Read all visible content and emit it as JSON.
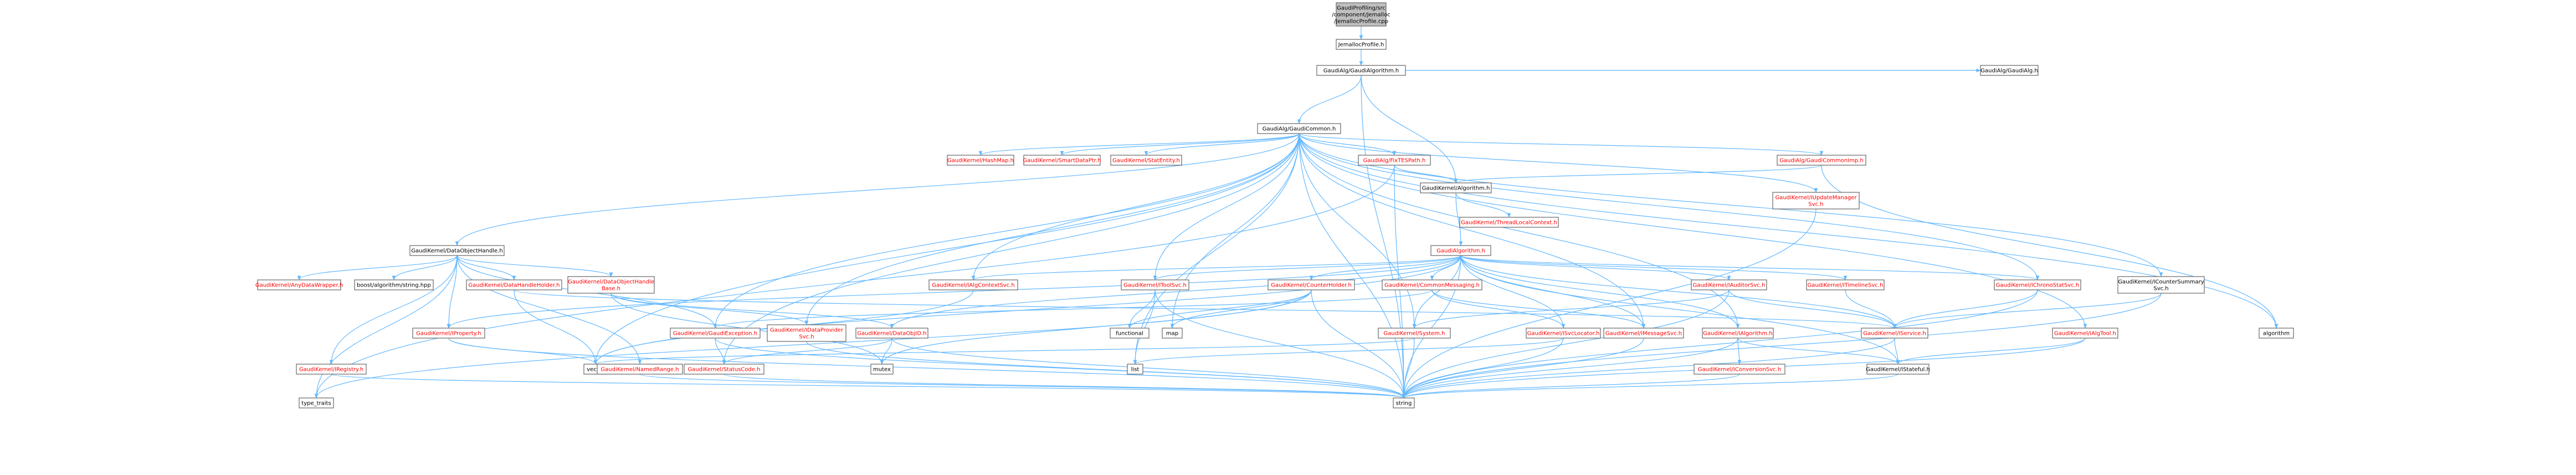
{
  "colors": {
    "edge": "#63b8ff",
    "node_fill": "#ffffff",
    "root_fill": "#bfbfbf",
    "node_border": "#666666",
    "text_default": "#000000",
    "text_red": "#ff0000"
  },
  "nodes": {
    "root": {
      "lines": [
        "GaudiProfiling/src",
        "/component/Jemalloc",
        "/JemallocProfile.cpp"
      ],
      "color": "black"
    },
    "jemalloc": {
      "lines": [
        "JemallocProfile.h"
      ],
      "color": "black"
    },
    "gaudialgorithm": {
      "lines": [
        "GaudiAlg/GaudiAlgorithm.h"
      ],
      "color": "black"
    },
    "gaudialg": {
      "lines": [
        "GaudiAlg/GaudiAlg.h"
      ],
      "color": "black"
    },
    "gaudicommon": {
      "lines": [
        "GaudiAlg/GaudiCommon.h"
      ],
      "color": "black"
    },
    "hashmap": {
      "lines": [
        "GaudiKernel/HashMap.h"
      ],
      "color": "red"
    },
    "smartdataptr": {
      "lines": [
        "GaudiKernel/SmartDataPtr.h"
      ],
      "color": "red"
    },
    "statentity": {
      "lines": [
        "GaudiKernel/StatEntity.h"
      ],
      "color": "red"
    },
    "fixtespath": {
      "lines": [
        "GaudiAlg/FixTESPath.h"
      ],
      "color": "red"
    },
    "gaudicommonimp": {
      "lines": [
        "GaudiAlg/GaudiCommonImp.h"
      ],
      "color": "red"
    },
    "iupdatemanager": {
      "lines": [
        "GaudiKernel/IUpdateManager",
        "Svc.h"
      ],
      "color": "red"
    },
    "gk_algorithm": {
      "lines": [
        "GaudiKernel/Algorithm.h"
      ],
      "color": "black"
    },
    "threadlocal": {
      "lines": [
        "GaudiKernel/ThreadLocalContext.h"
      ],
      "color": "red"
    },
    "dataobjhandle": {
      "lines": [
        "GaudiKernel/DataObjectHandle.h"
      ],
      "color": "black"
    },
    "algorithmh": {
      "lines": [
        "GaudiAlgorithm.h"
      ],
      "color": "red"
    },
    "anydatawrapper": {
      "lines": [
        "GaudiKernel/AnyDataWrapper.h"
      ],
      "color": "red"
    },
    "boost": {
      "lines": [
        "boost/algorithm/string.hpp"
      ],
      "color": "black"
    },
    "datahandleholder": {
      "lines": [
        "GaudiKernel/DataHandleHolder.h"
      ],
      "color": "red"
    },
    "dohbase": {
      "lines": [
        "GaudiKernel/DataObjectHandle",
        "Base.h"
      ],
      "color": "red"
    },
    "ialgcontext": {
      "lines": [
        "GaudiKernel/IAlgContextSvc.h"
      ],
      "color": "red"
    },
    "itoolsvc": {
      "lines": [
        "GaudiKernel/IToolSvc.h"
      ],
      "color": "red"
    },
    "counterholder": {
      "lines": [
        "GaudiKernel/CounterHolder.h"
      ],
      "color": "red"
    },
    "commonmessaging": {
      "lines": [
        "GaudiKernel/CommonMessaging.h"
      ],
      "color": "red"
    },
    "iauditorsvc": {
      "lines": [
        "GaudiKernel/IAuditorSvc.h"
      ],
      "color": "red"
    },
    "itimelinesvc": {
      "lines": [
        "GaudiKernel/ITimelineSvc.h"
      ],
      "color": "red"
    },
    "ichronostat": {
      "lines": [
        "GaudiKernel/IChronoStatSvc.h"
      ],
      "color": "red"
    },
    "icountersummary": {
      "lines": [
        "GaudiKernel/ICounterSummary",
        "Svc.h"
      ],
      "color": "black"
    },
    "iproperty": {
      "lines": [
        "GaudiKernel/IProperty.h"
      ],
      "color": "red"
    },
    "gaudiexception": {
      "lines": [
        "GaudiKernel/GaudiException.h"
      ],
      "color": "red"
    },
    "idataprovider": {
      "lines": [
        "GaudiKernel/IDataProvider",
        "Svc.h"
      ],
      "color": "red"
    },
    "dataobjid": {
      "lines": [
        "GaudiKernel/DataObjID.h"
      ],
      "color": "red"
    },
    "functional": {
      "lines": [
        "functional"
      ],
      "color": "black"
    },
    "map": {
      "lines": [
        "map"
      ],
      "color": "black"
    },
    "system": {
      "lines": [
        "GaudiKernel/System.h"
      ],
      "color": "red"
    },
    "isvclocator": {
      "lines": [
        "GaudiKernel/ISvcLocator.h"
      ],
      "color": "red"
    },
    "imessagesvc": {
      "lines": [
        "GaudiKernel/IMessageSvc.h"
      ],
      "color": "red"
    },
    "ialgorithm": {
      "lines": [
        "GaudiKernel/IAlgorithm.h"
      ],
      "color": "red"
    },
    "iservice": {
      "lines": [
        "GaudiKernel/IService.h"
      ],
      "color": "red"
    },
    "ialgtool": {
      "lines": [
        "GaudiKernel/IAlgTool.h"
      ],
      "color": "red"
    },
    "algorithm": {
      "lines": [
        "algorithm"
      ],
      "color": "black"
    },
    "iregistry": {
      "lines": [
        "GaudiKernel/IRegistry.h"
      ],
      "color": "red"
    },
    "vector": {
      "lines": [
        "vector"
      ],
      "color": "black"
    },
    "namedrange": {
      "lines": [
        "GaudiKernel/NamedRange.h"
      ],
      "color": "red"
    },
    "statuscode": {
      "lines": [
        "GaudiKernel/StatusCode.h"
      ],
      "color": "red"
    },
    "mutex": {
      "lines": [
        "mutex"
      ],
      "color": "black"
    },
    "list": {
      "lines": [
        "list"
      ],
      "color": "black"
    },
    "iconversionsvc": {
      "lines": [
        "GaudiKernel/IConversionSvc.h"
      ],
      "color": "red"
    },
    "istateful": {
      "lines": [
        "GaudiKernel/IStateful.h"
      ],
      "color": "black"
    },
    "type_traits": {
      "lines": [
        "type_traits"
      ],
      "color": "black"
    },
    "string": {
      "lines": [
        "string"
      ],
      "color": "black"
    }
  },
  "edges": [
    [
      "root",
      "jemalloc"
    ],
    [
      "jemalloc",
      "gaudialgorithm"
    ],
    [
      "gaudialgorithm",
      "gaudialg"
    ],
    [
      "gaudialgorithm",
      "gaudicommon"
    ],
    [
      "gaudialgorithm",
      "gk_algorithm"
    ],
    [
      "gaudialgorithm",
      "string"
    ],
    [
      "gaudicommon",
      "hashmap"
    ],
    [
      "gaudicommon",
      "smartdataptr"
    ],
    [
      "gaudicommon",
      "statentity"
    ],
    [
      "gaudicommon",
      "fixtespath"
    ],
    [
      "gaudicommon",
      "gaudicommonimp"
    ],
    [
      "gaudicommon",
      "iupdatemanager"
    ],
    [
      "gaudicommon",
      "dataobjhandle"
    ],
    [
      "gaudicommon",
      "ialgcontext"
    ],
    [
      "gaudicommon",
      "itoolsvc"
    ],
    [
      "gaudicommon",
      "ichronostat"
    ],
    [
      "gaudicommon",
      "icountersummary"
    ],
    [
      "gaudicommon",
      "ialgtool"
    ],
    [
      "gaudicommon",
      "gaudiexception"
    ],
    [
      "gaudicommon",
      "idataprovider"
    ],
    [
      "gaudicommon",
      "system"
    ],
    [
      "gaudicommon",
      "imessagesvc"
    ],
    [
      "gaudicommon",
      "ialgorithm"
    ],
    [
      "gaudicommon",
      "map"
    ],
    [
      "gaudicommon",
      "list"
    ],
    [
      "gaudicommon",
      "vector"
    ],
    [
      "gaudicommon",
      "statuscode"
    ],
    [
      "gaudicommon",
      "algorithm"
    ],
    [
      "gaudicommon",
      "string"
    ],
    [
      "fixtespath",
      "gk_algorithm"
    ],
    [
      "fixtespath",
      "string"
    ],
    [
      "fixtespath",
      "type_traits"
    ],
    [
      "gaudicommonimp",
      "gk_algorithm"
    ],
    [
      "gaudicommonimp",
      "algorithm"
    ],
    [
      "iupdatemanager",
      "string"
    ],
    [
      "gk_algorithm",
      "algorithmh"
    ],
    [
      "gk_algorithm",
      "threadlocal"
    ],
    [
      "dataobjhandle",
      "anydatawrapper"
    ],
    [
      "dataobjhandle",
      "boost"
    ],
    [
      "dataobjhandle",
      "datahandleholder"
    ],
    [
      "dataobjhandle",
      "dohbase"
    ],
    [
      "dataobjhandle",
      "iproperty"
    ],
    [
      "dataobjhandle",
      "iregistry"
    ],
    [
      "dataobjhandle",
      "namedrange"
    ],
    [
      "dataobjhandle",
      "gaudiexception"
    ],
    [
      "dataobjhandle",
      "type_traits"
    ],
    [
      "datahandleholder",
      "vector"
    ],
    [
      "datahandleholder",
      "iservice"
    ],
    [
      "dohbase",
      "idataprovider"
    ],
    [
      "dohbase",
      "dataobjid"
    ],
    [
      "dohbase",
      "mutex"
    ],
    [
      "algorithmh",
      "ialgcontext"
    ],
    [
      "algorithmh",
      "itoolsvc"
    ],
    [
      "algorithmh",
      "counterholder"
    ],
    [
      "algorithmh",
      "commonmessaging"
    ],
    [
      "algorithmh",
      "iauditorsvc"
    ],
    [
      "algorithmh",
      "itimelinesvc"
    ],
    [
      "algorithmh",
      "ichronostat"
    ],
    [
      "algorithmh",
      "iproperty"
    ],
    [
      "algorithmh",
      "system"
    ],
    [
      "algorithmh",
      "isvclocator"
    ],
    [
      "algorithmh",
      "imessagesvc"
    ],
    [
      "algorithmh",
      "ialgorithm"
    ],
    [
      "algorithmh",
      "iservice"
    ],
    [
      "algorithmh",
      "dataobjid"
    ],
    [
      "algorithmh",
      "vector"
    ],
    [
      "algorithmh",
      "istateful"
    ],
    [
      "algorithmh",
      "string"
    ],
    [
      "ialgcontext",
      "vector"
    ],
    [
      "itoolsvc",
      "functional"
    ],
    [
      "itoolsvc",
      "list"
    ],
    [
      "itoolsvc",
      "string"
    ],
    [
      "counterholder",
      "functional"
    ],
    [
      "counterholder",
      "map"
    ],
    [
      "counterholder",
      "mutex"
    ],
    [
      "counterholder",
      "type_traits"
    ],
    [
      "counterholder",
      "string"
    ],
    [
      "commonmessaging",
      "gaudiexception"
    ],
    [
      "commonmessaging",
      "isvclocator"
    ],
    [
      "commonmessaging",
      "imessagesvc"
    ],
    [
      "iauditorsvc",
      "iservice"
    ],
    [
      "iauditorsvc",
      "system"
    ],
    [
      "iauditorsvc",
      "string"
    ],
    [
      "itimelinesvc",
      "iservice"
    ],
    [
      "ichronostat",
      "iservice"
    ],
    [
      "ichronostat",
      "string"
    ],
    [
      "icountersummary",
      "iservice"
    ],
    [
      "icountersummary",
      "string"
    ],
    [
      "iproperty",
      "vector"
    ],
    [
      "iproperty",
      "string"
    ],
    [
      "gaudiexception",
      "statuscode"
    ],
    [
      "gaudiexception",
      "string"
    ],
    [
      "idataprovider",
      "string"
    ],
    [
      "dataobjid",
      "mutex"
    ],
    [
      "dataobjid",
      "statuscode"
    ],
    [
      "dataobjid",
      "string"
    ],
    [
      "system",
      "vector"
    ],
    [
      "system",
      "string"
    ],
    [
      "isvclocator",
      "list"
    ],
    [
      "isvclocator",
      "string"
    ],
    [
      "imessagesvc",
      "string"
    ],
    [
      "ialgorithm",
      "iconversionsvc"
    ],
    [
      "ialgorithm",
      "istateful"
    ],
    [
      "ialgorithm",
      "string"
    ],
    [
      "iservice",
      "istateful"
    ],
    [
      "iservice",
      "string"
    ],
    [
      "ialgtool",
      "istateful"
    ],
    [
      "ialgtool",
      "string"
    ],
    [
      "iregistry",
      "string"
    ],
    [
      "namedrange",
      "string"
    ],
    [
      "statuscode",
      "string"
    ],
    [
      "iconversionsvc",
      "string"
    ],
    [
      "istateful",
      "string"
    ]
  ]
}
